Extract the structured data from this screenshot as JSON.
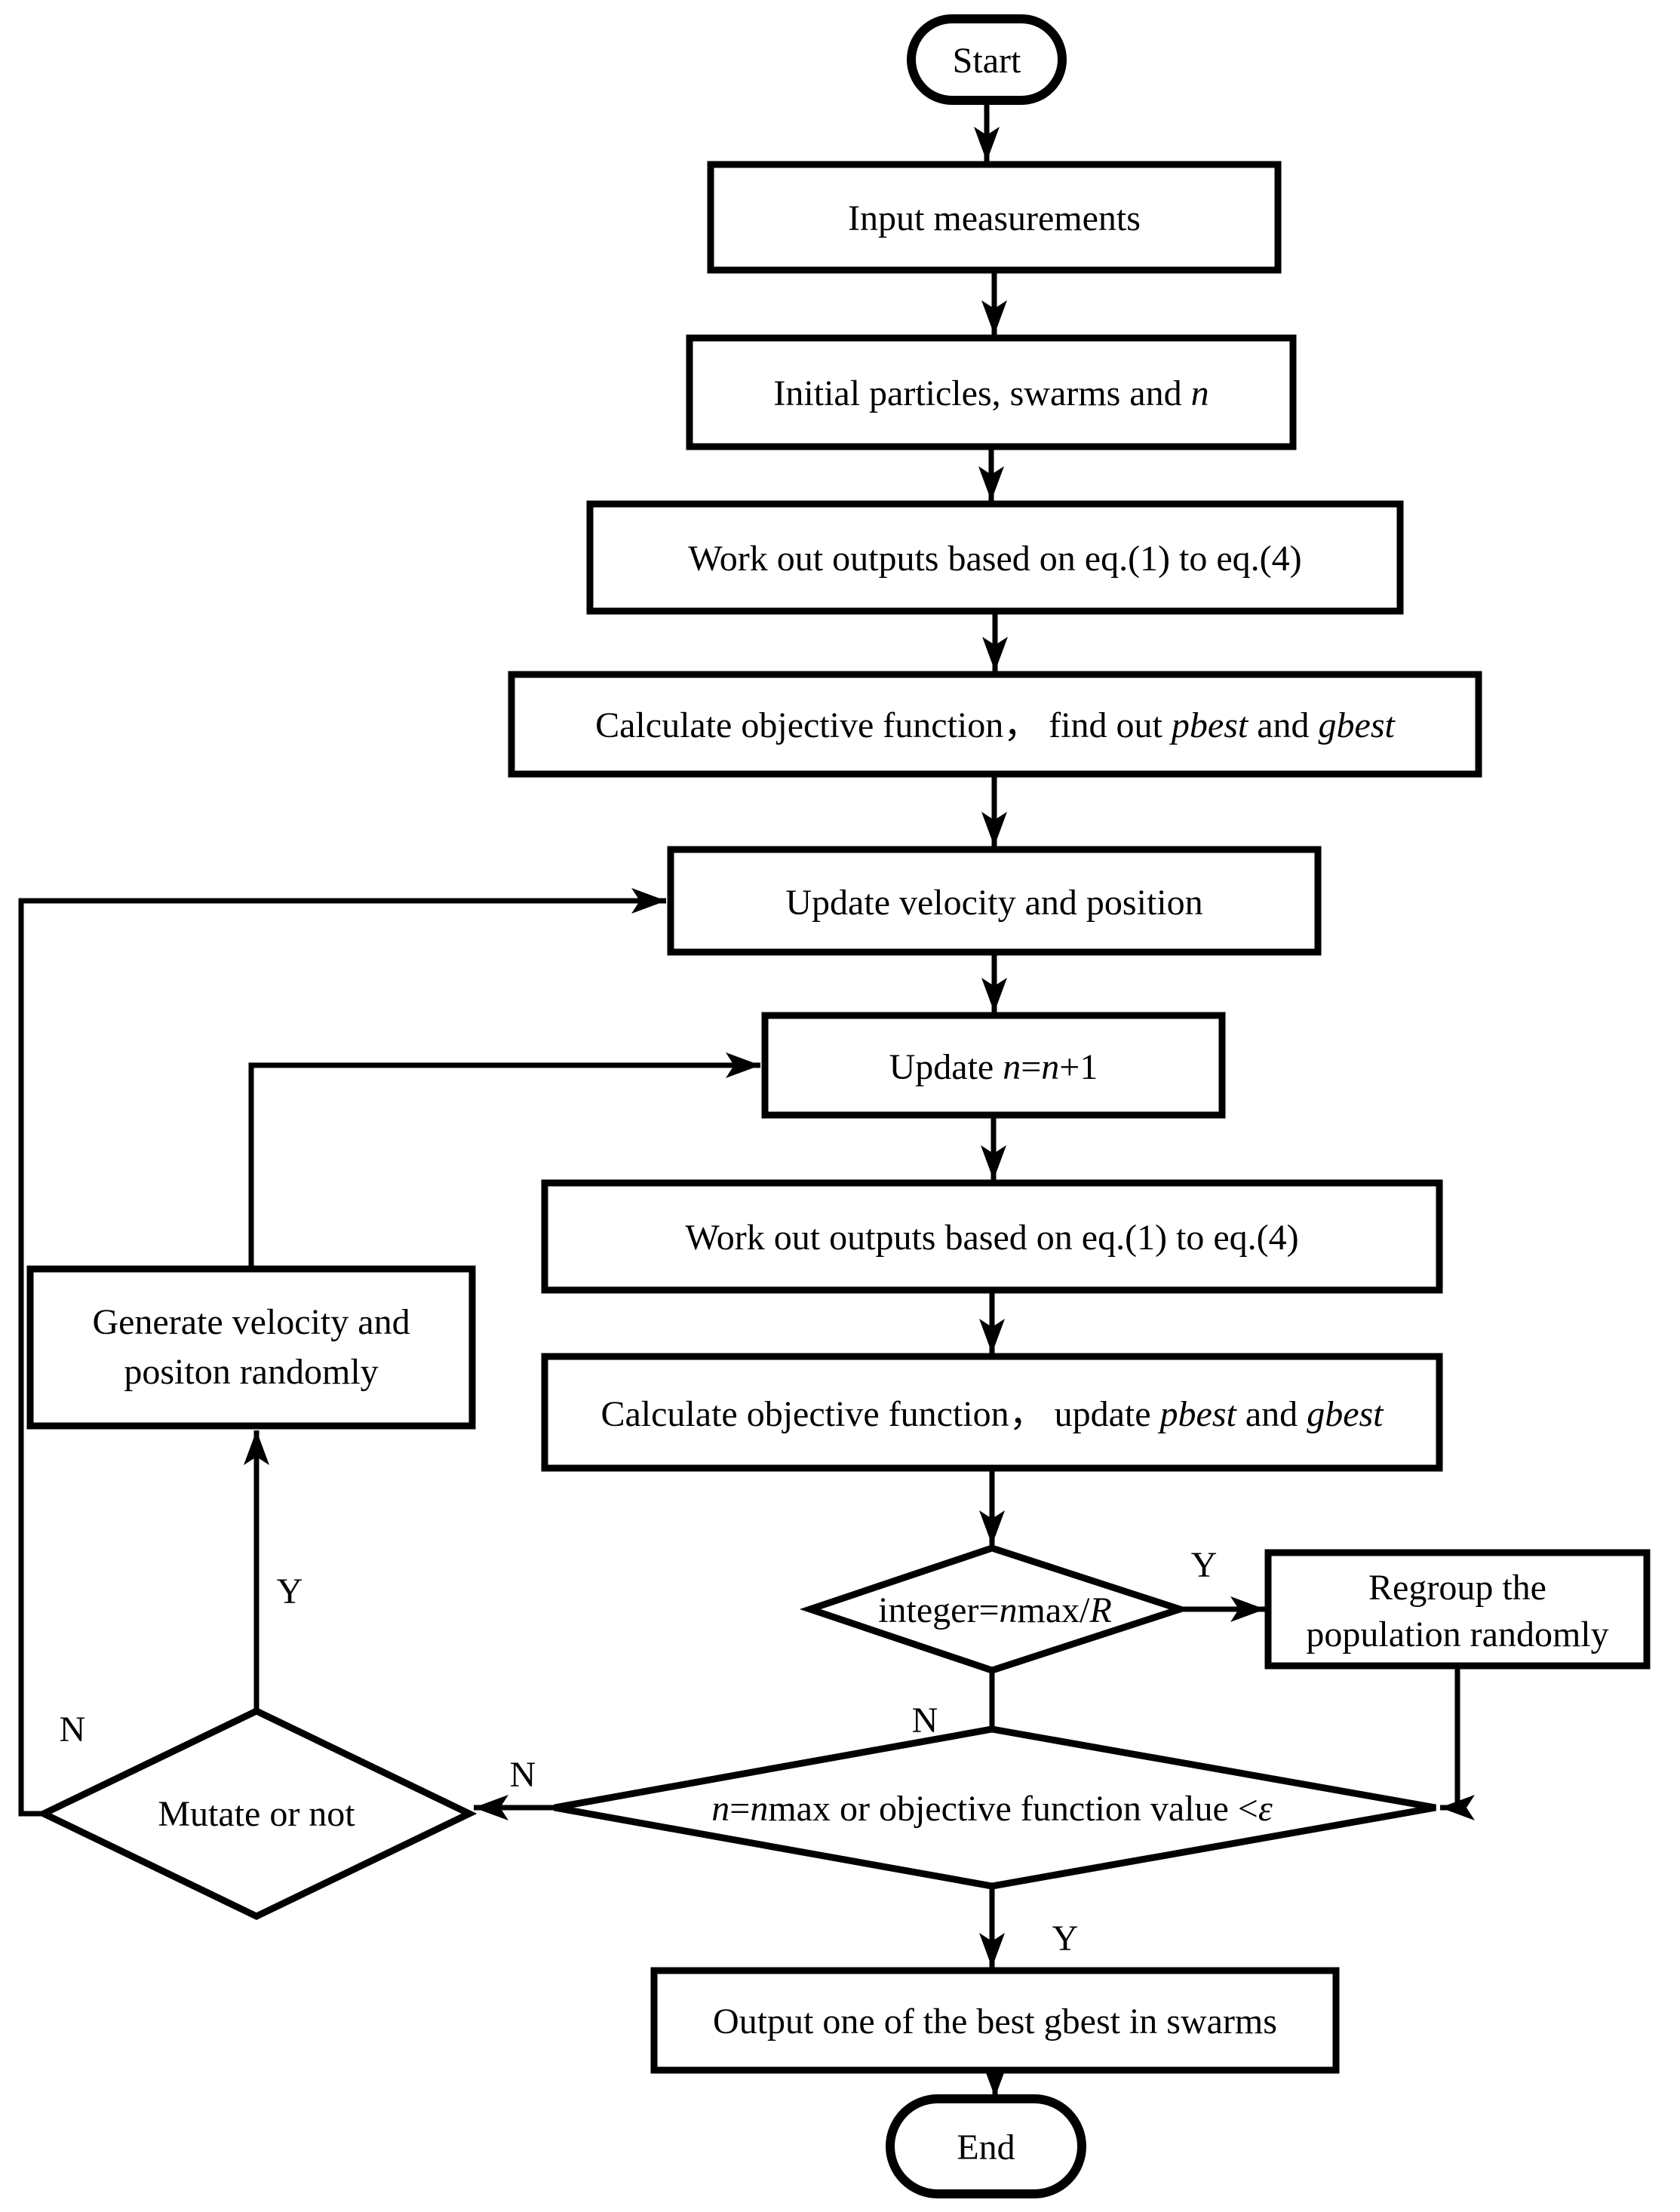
{
  "colors": {
    "ink": "#000000",
    "paper": "#ffffff"
  },
  "nodes": {
    "start": {
      "label": "Start"
    },
    "input": {
      "label": "Input measurements"
    },
    "initial": {
      "parts": [
        {
          "t": "Initial particles, swarms and ",
          "i": false
        },
        {
          "t": "n",
          "i": true
        }
      ]
    },
    "work1": {
      "label": "Work out outputs based on eq.(1) to eq.(4)"
    },
    "calc1": {
      "parts": [
        {
          "t": "Calculate objective function， find out ",
          "i": false
        },
        {
          "t": "pbest",
          "i": true
        },
        {
          "t": " and ",
          "i": false
        },
        {
          "t": "gbest",
          "i": true
        }
      ]
    },
    "update_vel": {
      "label": "Update velocity and position"
    },
    "update_n": {
      "parts": [
        {
          "t": "Update ",
          "i": false
        },
        {
          "t": "n",
          "i": true
        },
        {
          "t": "=",
          "i": false
        },
        {
          "t": "n",
          "i": true
        },
        {
          "t": "+1",
          "i": false
        }
      ]
    },
    "work2": {
      "label": "Work out outputs based on eq.(1) to eq.(4)"
    },
    "calc2": {
      "parts": [
        {
          "t": "Calculate objective function， update ",
          "i": false
        },
        {
          "t": "pbest",
          "i": true
        },
        {
          "t": " and ",
          "i": false
        },
        {
          "t": "gbest",
          "i": true
        }
      ]
    },
    "check_regroup": {
      "parts": [
        {
          "t": "integer=",
          "i": false
        },
        {
          "t": "n",
          "i": true
        },
        {
          "t": "max/",
          "i": false
        },
        {
          "t": "R",
          "i": true
        }
      ]
    },
    "regroup": {
      "lines": [
        "Regroup the",
        "population randomly"
      ]
    },
    "check_stop": {
      "parts": [
        {
          "t": "n",
          "i": true
        },
        {
          "t": "=",
          "i": false
        },
        {
          "t": "n",
          "i": true
        },
        {
          "t": "max or objective function value <",
          "i": false
        },
        {
          "t": "ε",
          "i": true
        }
      ]
    },
    "mutate": {
      "label": "Mutate or not"
    },
    "generate": {
      "lines": [
        "Generate velocity and",
        "positon randomly"
      ]
    },
    "output": {
      "label": "Output one of the best gbest in swarms"
    },
    "end": {
      "label": "End"
    }
  },
  "edge_labels": {
    "regroup_yes": "Y",
    "regroup_no": "N",
    "stop_no": "N",
    "stop_yes": "Y",
    "mutate_yes": "Y",
    "mutate_no": "N"
  }
}
